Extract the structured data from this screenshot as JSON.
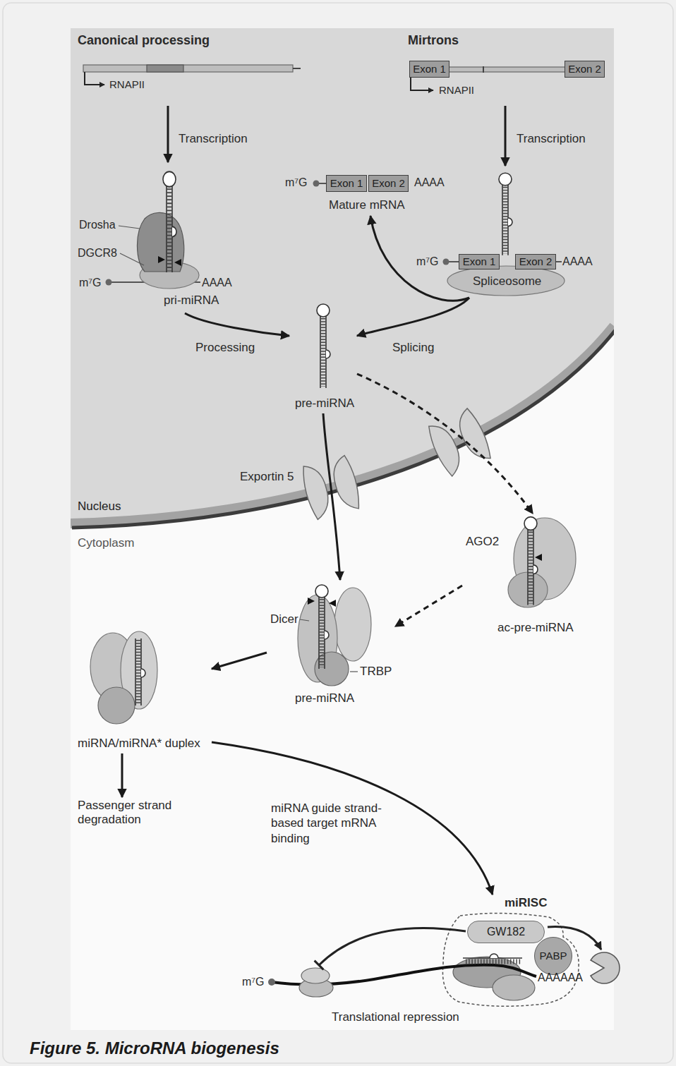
{
  "diagram": {
    "caption": "Figure 5. MicroRNA biogenesis",
    "nodes": [
      {
        "text": [
          "Canonical processing",
          "RNAPII"
        ]
      },
      {
        "text": [
          "Mirtrons",
          "RNAPII"
        ]
      },
      {
        "text": [
          "Exon 1"
        ],
        "in": 1
      },
      {
        "text": [
          "Exon 2"
        ],
        "in": 1
      },
      {
        "text": [
          "Drosha",
          "DGCR8",
          "m⁷G",
          "AAAA",
          "pri-miRNA"
        ]
      },
      {
        "text": [
          "m⁷G",
          "AAAA",
          "Mature mRNA"
        ]
      },
      {
        "text": [
          "Exon 1"
        ],
        "in": 5
      },
      {
        "text": [
          "Exon 2"
        ],
        "in": 5
      },
      {
        "text": [
          "m⁷G",
          "AAAA",
          "Spliceosome"
        ]
      },
      {
        "text": [
          "Exon 1"
        ],
        "in": 8
      },
      {
        "text": [
          "Exon 2"
        ],
        "in": 8
      },
      {
        "text": [
          "pre-miRNA"
        ]
      },
      {
        "text": [
          "AGO2",
          "ac-pre-miRNA"
        ]
      },
      {
        "text": [
          "Dicer",
          "TRBP",
          "pre-miRNA"
        ]
      },
      {
        "text": [
          "miRNA/miRNA* duplex"
        ]
      },
      {
        "text": [
          "Passenger strand degradation"
        ]
      },
      {
        "text": [
          "miRISC"
        ]
      },
      {
        "text": [
          "GW182"
        ],
        "in": 16
      },
      {
        "text": [
          "PABP"
        ],
        "in": 16
      }
    ],
    "edges": [
      {
        "from": 0,
        "to": 4,
        "arrow": "to",
        "label": "Transcription"
      },
      {
        "from": 1,
        "to": 8,
        "arrow": "to",
        "label": "Transcription"
      },
      {
        "from": 4,
        "to": 11,
        "arrow": "to",
        "label": "Processing"
      },
      {
        "from": 8,
        "to": 11,
        "arrow": "to",
        "label": "Splicing"
      },
      {
        "from": 8,
        "to": 5,
        "arrow": "to"
      },
      {
        "from": 11,
        "to": 13,
        "arrow": "to"
      },
      {
        "from": 11,
        "to": 12,
        "arrow": "to"
      },
      {
        "from": 12,
        "to": 13,
        "arrow": "to"
      },
      {
        "from": 13,
        "to": 14,
        "arrow": "to"
      },
      {
        "from": 14,
        "to": 15,
        "arrow": "to"
      },
      {
        "from": 14,
        "to": 16,
        "arrow": "to",
        "label": "miRNA guide strand-based target mRNA binding"
      }
    ],
    "labels": [
      "Exportin 5",
      "Nucleus",
      "Cytoplasm",
      "m⁷G",
      "AAAAAA",
      "Translational repression"
    ]
  }
}
